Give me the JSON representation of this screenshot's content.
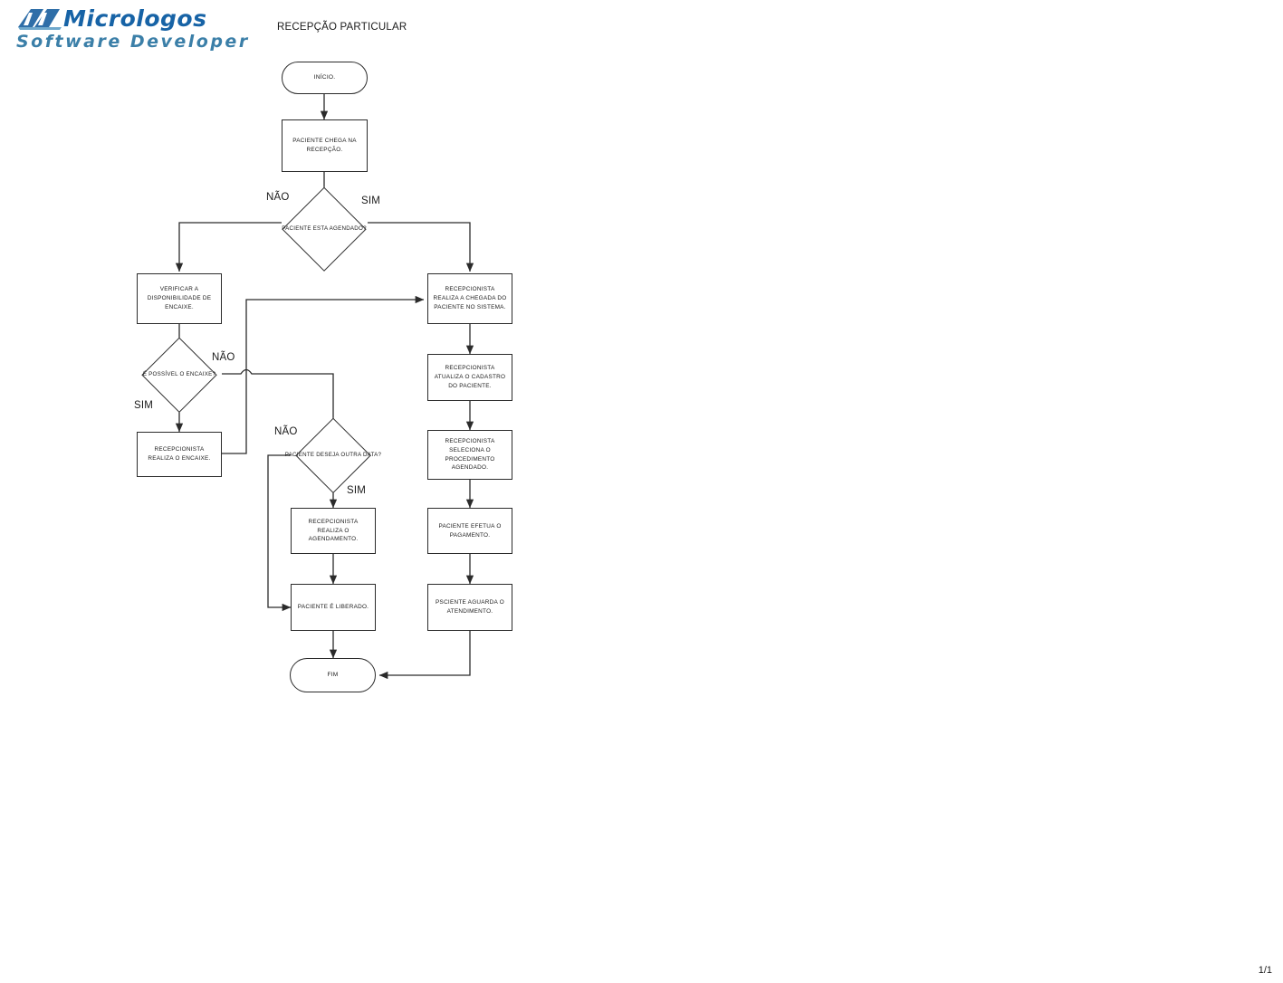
{
  "logo": {
    "name": "Micrologos",
    "tagline": "Software Developer",
    "brand_color": "#1763a6",
    "tagline_color": "#3b7fa8",
    "mark_icon": "mv-monogram-icon"
  },
  "document": {
    "title": "RECEPÇÃO PARTICULAR",
    "page_number": "1/1"
  },
  "diagram": {
    "type": "flowchart",
    "nodes": [
      {
        "id": "start",
        "shape": "terminal",
        "label": "INÍCIO."
      },
      {
        "id": "arrival",
        "shape": "process",
        "label": "PACIENTE CHEGA NA RECEPÇÃO."
      },
      {
        "id": "scheduled",
        "shape": "decision",
        "label": "PACIENTE ESTA AGENDADO?"
      },
      {
        "id": "check-slot",
        "shape": "process",
        "label": "VERIFICAR A DISPONIBILIDADE DE ENCAIXE."
      },
      {
        "id": "slot-possible",
        "shape": "decision",
        "label": "É POSSÍVEL O ENCAIXE?"
      },
      {
        "id": "do-slot",
        "shape": "process",
        "label": "RECEPCIONISTA REALIZA O ENCAIXE."
      },
      {
        "id": "other-date",
        "shape": "decision",
        "label": "PACIENTE DESEJA OUTRA DATA?"
      },
      {
        "id": "do-schedule",
        "shape": "process",
        "label": "RECEPCIONISTA REALIZA O AGENDAMENTO."
      },
      {
        "id": "released",
        "shape": "process",
        "label": "PACIENTE É LIBERADO."
      },
      {
        "id": "checkin",
        "shape": "process",
        "label": "RECEPCIONISTA REALIZA A CHEGADA DO PACIENTE NO SISTEMA."
      },
      {
        "id": "update-reg",
        "shape": "process",
        "label": "RECEPCIONISTA ATUALIZA O CADASTRO DO PACIENTE."
      },
      {
        "id": "select-proc",
        "shape": "process",
        "label": "RECEPCIONISTA SELECIONA O PROCEDIMENTO AGENDADO."
      },
      {
        "id": "payment",
        "shape": "process",
        "label": "PACIENTE EFETUA O PAGAMENTO."
      },
      {
        "id": "waiting",
        "shape": "process",
        "label": "PSCIENTE AGUARDA O ATENDIMENTO."
      },
      {
        "id": "end",
        "shape": "terminal",
        "label": "FIM"
      }
    ],
    "edge_labels": [
      {
        "id": "scheduled-no",
        "text": "NÃO"
      },
      {
        "id": "scheduled-yes",
        "text": "SIM"
      },
      {
        "id": "slot-possible-no",
        "text": "NÃO"
      },
      {
        "id": "slot-possible-yes",
        "text": "SIM"
      },
      {
        "id": "other-date-no",
        "text": "NÃO"
      },
      {
        "id": "other-date-yes",
        "text": "SIM"
      }
    ],
    "line_color": "#2b2b2b"
  }
}
